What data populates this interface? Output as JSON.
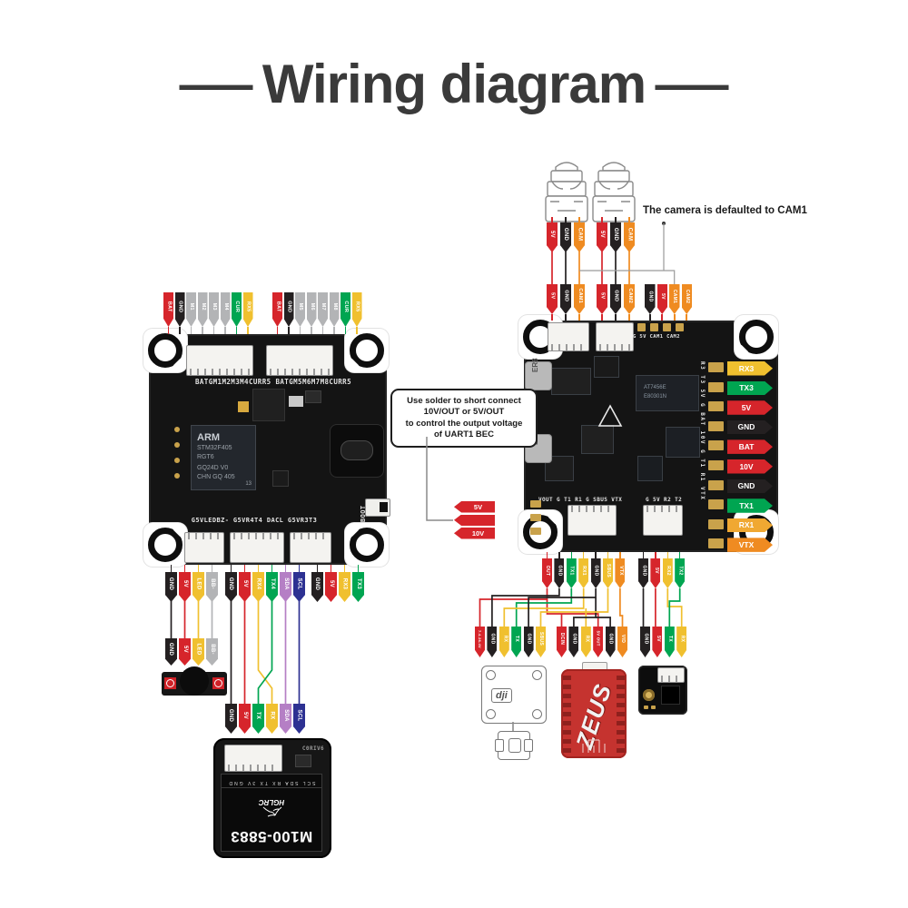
{
  "palette": {
    "red": "#d6252b",
    "black": "#242021",
    "gray": "#b3b4b6",
    "yellow": "#f0c02f",
    "amber": "#f0a832",
    "green": "#00a551",
    "orange": "#ef8b21",
    "purple": "#b57fc5",
    "blue": "#2d3192",
    "board": "#141414",
    "silk": "#e3e3e3",
    "gold": "#c9a24b",
    "zeus_red": "#c5332f",
    "title": "#3a3a3a"
  },
  "title": {
    "dash_left": "—",
    "text": "Wiring diagram",
    "dash_right": "—"
  },
  "notes": {
    "camera_note": "The camera is defaulted to CAM1",
    "bec_l1": "Use solder to short connect",
    "bec_l2": "10V/OUT or 5V/OUT",
    "bec_l3": "to control the output voltage",
    "bec_l4": "of UART1 BEC"
  },
  "left_board": {
    "top1": [
      {
        "t": "BAT",
        "c": "red"
      },
      {
        "t": "GND",
        "c": "black"
      },
      {
        "t": "M1",
        "c": "gray"
      },
      {
        "t": "M2",
        "c": "gray"
      },
      {
        "t": "M3",
        "c": "gray"
      },
      {
        "t": "M4",
        "c": "gray"
      },
      {
        "t": "CUR",
        "c": "green"
      },
      {
        "t": "RX5",
        "c": "yellow"
      }
    ],
    "top2": [
      {
        "t": "BAT",
        "c": "red"
      },
      {
        "t": "GND",
        "c": "black"
      },
      {
        "t": "M5",
        "c": "gray"
      },
      {
        "t": "M6",
        "c": "gray"
      },
      {
        "t": "M7",
        "c": "gray"
      },
      {
        "t": "M8",
        "c": "gray"
      },
      {
        "t": "CUR",
        "c": "green"
      },
      {
        "t": "RX5",
        "c": "yellow"
      }
    ],
    "silk_top": "BATGM1M2M3M4CURR5  BATGM5M6M7M8CURR5",
    "silk_bottom": "G5VLEDBZ- G5VR4T4 DACL G5VR3T3",
    "chip": {
      "l1": "ARM",
      "l2": "STM32F405",
      "l3": "RGT6",
      "l4": "GQ24D V0",
      "l5": "CHN GQ 405",
      "l6": "13"
    },
    "boot": "BOOT",
    "buzz_top": [
      {
        "t": "GND",
        "c": "black"
      },
      {
        "t": "5V",
        "c": "red"
      },
      {
        "t": "LED",
        "c": "yellow"
      },
      {
        "t": "BB-",
        "c": "gray"
      }
    ],
    "buzz_bot": [
      {
        "t": "GND",
        "c": "black"
      },
      {
        "t": "5V",
        "c": "red"
      },
      {
        "t": "LED",
        "c": "yellow"
      },
      {
        "t": "BB-",
        "c": "gray"
      }
    ],
    "uart4": [
      {
        "t": "GND",
        "c": "black"
      },
      {
        "t": "5V",
        "c": "red"
      },
      {
        "t": "RX4",
        "c": "yellow"
      },
      {
        "t": "TX4",
        "c": "green"
      },
      {
        "t": "SDA",
        "c": "purple"
      },
      {
        "t": "SCL",
        "c": "blue"
      }
    ],
    "uart3": [
      {
        "t": "GND",
        "c": "black"
      },
      {
        "t": "5V",
        "c": "red"
      },
      {
        "t": "RX3",
        "c": "yellow"
      },
      {
        "t": "TX3",
        "c": "green"
      }
    ],
    "gps_flags": [
      {
        "t": "GND",
        "c": "black"
      },
      {
        "t": "5V",
        "c": "red"
      },
      {
        "t": "TX",
        "c": "green"
      },
      {
        "t": "RX",
        "c": "yellow"
      },
      {
        "t": "SDA",
        "c": "purple"
      },
      {
        "t": "SCL",
        "c": "blue"
      }
    ]
  },
  "gps": {
    "model": "M100-5883",
    "brand": "HGLRC",
    "pins": "SCL SDA RX TX 3V GND",
    "corner": "C0RIV6"
  },
  "right_board": {
    "cam1": [
      {
        "t": "5V",
        "c": "red"
      },
      {
        "t": "GND",
        "c": "black"
      },
      {
        "t": "CAM",
        "c": "orange"
      }
    ],
    "cam2": [
      {
        "t": "5V",
        "c": "red"
      },
      {
        "t": "GND",
        "c": "black"
      },
      {
        "t": "CAM",
        "c": "orange"
      }
    ],
    "row2a": [
      {
        "t": "5V",
        "c": "red"
      },
      {
        "t": "GND",
        "c": "black"
      },
      {
        "t": "CAM1",
        "c": "orange"
      }
    ],
    "row2b": [
      {
        "t": "5V",
        "c": "red"
      },
      {
        "t": "GND",
        "c": "black"
      },
      {
        "t": "CAM2",
        "c": "orange"
      }
    ],
    "campads": [
      {
        "t": "GND",
        "c": "black"
      },
      {
        "t": "5V",
        "c": "red"
      },
      {
        "t": "CAM1",
        "c": "orange"
      },
      {
        "t": "CAM2",
        "c": "orange"
      }
    ],
    "silk_cam": "G 5V CAM1 CAM2",
    "silk_right": "R3 T3 5V G BAT 10V G T1 R1 VTX",
    "silk_bot_left": "VOUT G T1 R1 G SBUS VTX",
    "silk_bot_right": "G 5V R2 T2",
    "rightcol": [
      {
        "t": "RX3",
        "c": "yellow"
      },
      {
        "t": "TX3",
        "c": "green"
      },
      {
        "t": "5V",
        "c": "red"
      },
      {
        "t": "GND",
        "c": "black"
      },
      {
        "t": "BAT",
        "c": "red"
      },
      {
        "t": "10V",
        "c": "red"
      },
      {
        "t": "GND",
        "c": "black"
      },
      {
        "t": "TX1",
        "c": "green"
      },
      {
        "t": "RX1",
        "c": "amber"
      },
      {
        "t": "VTX",
        "c": "orange"
      }
    ],
    "jumper": [
      {
        "t": "5V",
        "c": "red"
      },
      {
        "t": "",
        "c": "red"
      },
      {
        "t": "10V",
        "c": "red"
      }
    ],
    "botL": [
      {
        "t": "OUT",
        "c": "red"
      },
      {
        "t": "GND",
        "c": "black"
      },
      {
        "t": "TX1",
        "c": "green"
      },
      {
        "t": "RX1",
        "c": "yellow"
      },
      {
        "t": "GND",
        "c": "black"
      },
      {
        "t": "SBUS",
        "c": "yellow"
      },
      {
        "t": "VTX",
        "c": "orange"
      }
    ],
    "botR": [
      {
        "t": "GND",
        "c": "black"
      },
      {
        "t": "5V",
        "c": "red"
      },
      {
        "t": "RX2",
        "c": "yellow"
      },
      {
        "t": "TX2",
        "c": "green"
      }
    ],
    "air": [
      {
        "t": "7.4-26.4V",
        "c": "red",
        "s": "4px"
      },
      {
        "t": "GND",
        "c": "black"
      },
      {
        "t": "RX",
        "c": "yellow"
      },
      {
        "t": "TX",
        "c": "green"
      },
      {
        "t": "GND",
        "c": "black"
      },
      {
        "t": "SBUS",
        "c": "yellow"
      }
    ],
    "vtxg": [
      {
        "t": "DCIN",
        "c": "red"
      },
      {
        "t": "GND",
        "c": "black"
      },
      {
        "t": "RX",
        "c": "yellow"
      },
      {
        "t": "5V OUT",
        "c": "red",
        "s": "4.2px"
      },
      {
        "t": "GND",
        "c": "black"
      },
      {
        "t": "VID",
        "c": "orange"
      }
    ],
    "rxm": [
      {
        "t": "GND",
        "c": "black"
      },
      {
        "t": "5V",
        "c": "red"
      },
      {
        "t": "TX",
        "c": "green"
      },
      {
        "t": "RX",
        "c": "yellow"
      }
    ],
    "chip1_l1": "AT7456E",
    "chip1_l2": "E80301N",
    "inductor": "ER8"
  },
  "modules": {
    "dji": "dji",
    "zeus": "ZEUS"
  }
}
